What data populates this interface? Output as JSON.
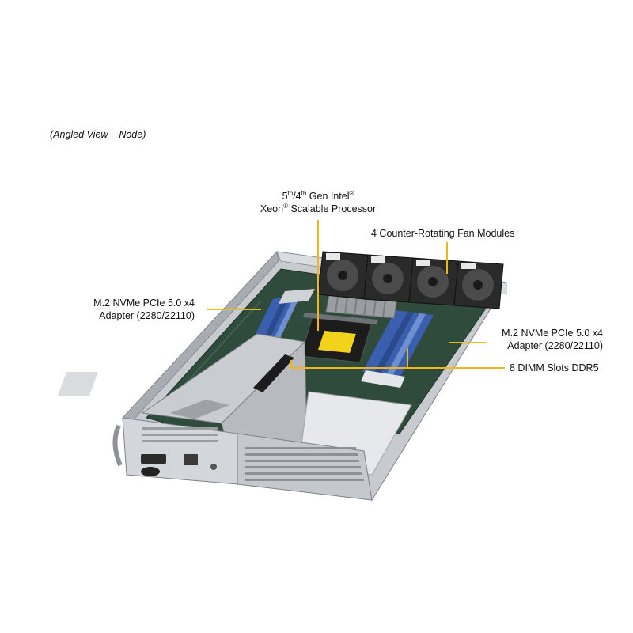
{
  "caption": "(Angled View – Node)",
  "labels": {
    "processor_line1_a": "5",
    "processor_line1_sup_a": "th",
    "processor_line1_b": "/4",
    "processor_line1_sup_b": "th",
    "processor_line1_c": " Gen Intel",
    "processor_line1_sup_c": "®",
    "processor_line2_a": "Xeon",
    "processor_line2_sup": "®",
    "processor_line2_b": " Scalable Processor",
    "fans": "4 Counter-Rotating  Fan Modules",
    "m2_left_line1": "M.2 NVMe PCIe 5.0 x4",
    "m2_left_line2": "Adapter (2280/22110)",
    "m2_right_line1": "M.2 NVMe PCIe 5.0 x4",
    "m2_right_line2": "Adapter (2280/22110)",
    "dimm": "8 DIMM Slots DDR5"
  },
  "colors": {
    "leader_line": "#f2b51a",
    "chassis": "#b9bdc2",
    "board": "#2f4b3b",
    "dimm": "#3a5fae",
    "heatsink": "#9a9da1",
    "fan": "#2a2a2a"
  }
}
